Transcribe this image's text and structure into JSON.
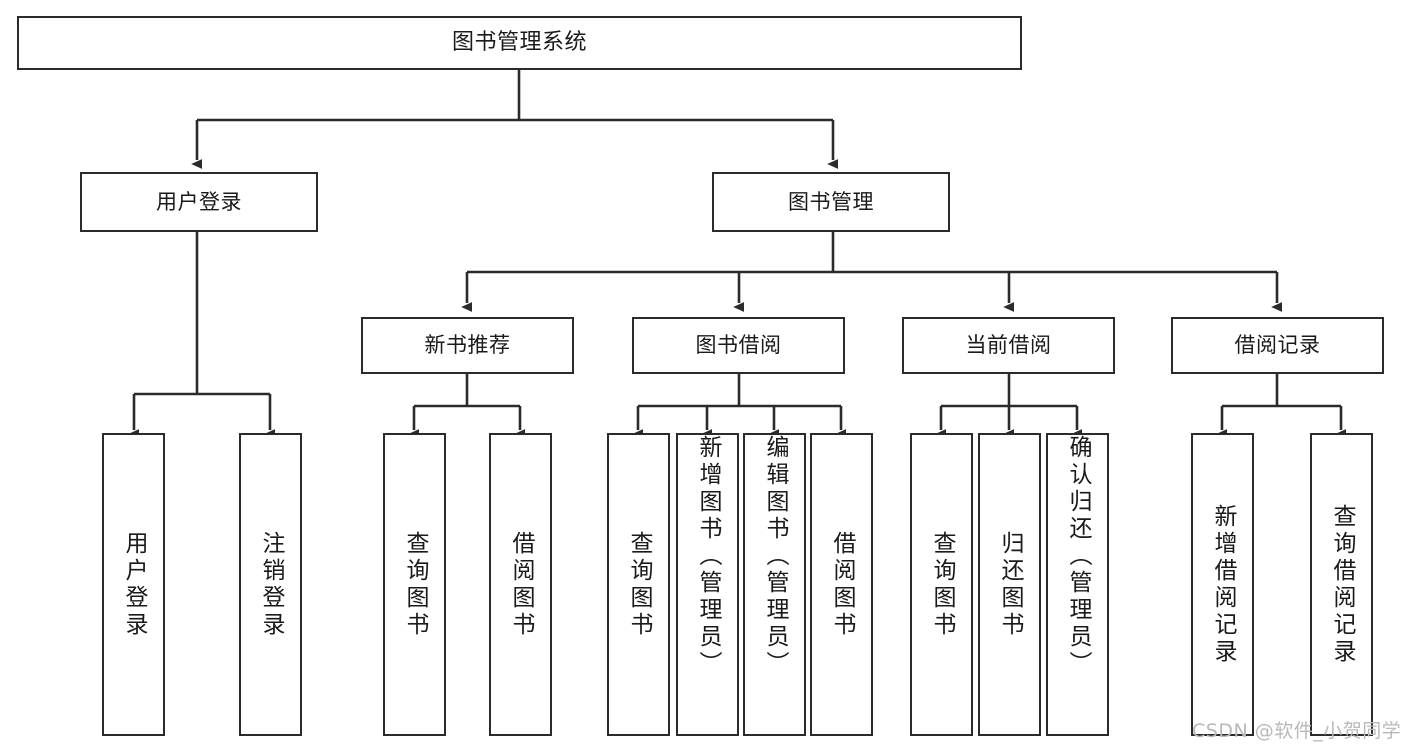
{
  "diagram": {
    "title": "图书管理系统",
    "type": "tree-hierarchy-diagram",
    "background": "#ffffff",
    "line_color": "#2b2b2b",
    "box_fill": "#ffffff",
    "text_color": "#1a1a1a"
  },
  "nodes": {
    "root": {
      "label": "图书管理系统"
    },
    "level1": [
      {
        "label": "用户登录"
      },
      {
        "label": "图书管理"
      }
    ],
    "level2": [
      {
        "label": "新书推荐"
      },
      {
        "label": "图书借阅"
      },
      {
        "label": "当前借阅"
      },
      {
        "label": "借阅记录"
      }
    ],
    "leaves": {
      "user_login": [
        {
          "label": "用户登录"
        },
        {
          "label": "注销登录"
        }
      ],
      "new_book_recommend": [
        {
          "label": "查询图书"
        },
        {
          "label": "借阅图书"
        }
      ],
      "book_borrow": [
        {
          "label": "查询图书"
        },
        {
          "label": "新增图书（管理员）"
        },
        {
          "label": "编辑图书（管理员）"
        },
        {
          "label": "借阅图书"
        }
      ],
      "current_borrow": [
        {
          "label": "查询图书"
        },
        {
          "label": "归还图书"
        },
        {
          "label": "确认归还（管理员）"
        }
      ],
      "borrow_record": [
        {
          "label": "新增借阅记录"
        },
        {
          "label": "查询借阅记录"
        }
      ]
    }
  },
  "watermark": {
    "text": "CSDN @软件_小贺同学",
    "color": "#b9b9b9"
  }
}
